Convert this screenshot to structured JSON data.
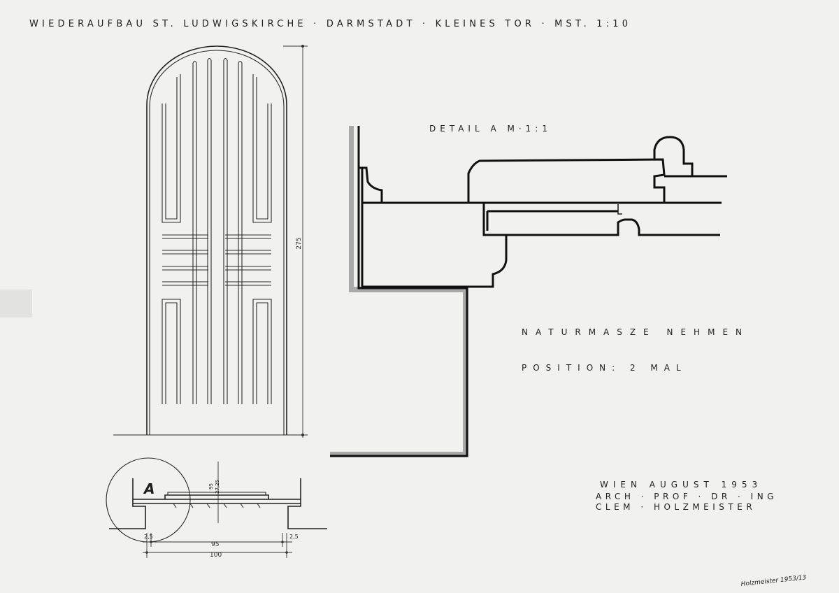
{
  "sheet": {
    "title": "WIEDERAUFBAU ST. LUDWIGSKIRCHE · DARMSTADT · KLEINES TOR · MST. 1:10",
    "detail_label": "DETAIL A M·1:1",
    "note_measure": "NATURMASZE NEHMEN",
    "note_position": "POSITION:  2 MAL",
    "place_date": "WIEN  AUGUST  1953",
    "architect_title": "ARCH · PROF · DR · ING",
    "architect_name": "CLEM · HOLZMEISTER",
    "archive_note": "Holzmeister 1953/13"
  },
  "elevation": {
    "height_dim": "275"
  },
  "plan": {
    "section_marker": "A",
    "dim_left": "2,5",
    "dim_right": "2,5",
    "dim_inner": "95",
    "dim_total": "100",
    "dim_thickness_a": "95",
    "dim_thickness_b": "27,25"
  },
  "colors": {
    "paper": "#f1f1ef",
    "ink": "#1e1e1e",
    "wall_shading": "#9a9a9a"
  }
}
